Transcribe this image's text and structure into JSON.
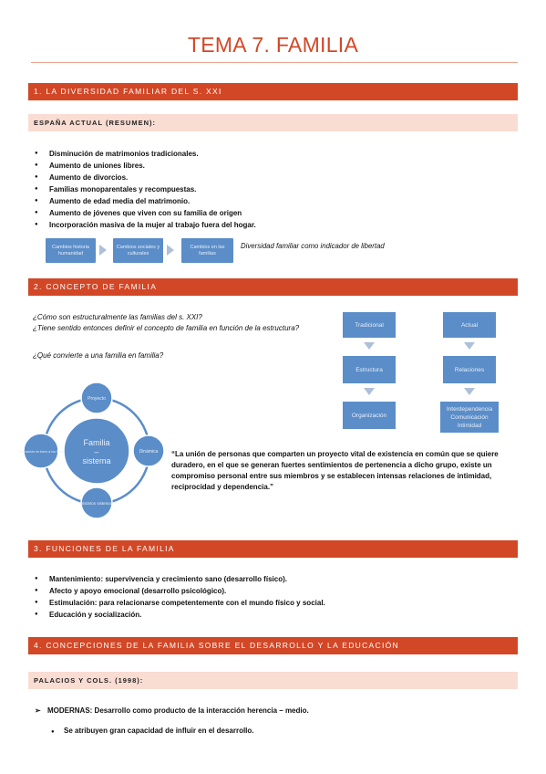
{
  "title": "TEMA 7. FAMILIA",
  "sections": {
    "s1": {
      "label": "1.   LA DIVERSIDAD FAMILIAR DEL S. XXI"
    },
    "s2": {
      "label": "2.   CONCEPTO DE FAMILIA"
    },
    "s3": {
      "label": "3.   FUNCIONES DE LA FAMILIA"
    },
    "s4": {
      "label": "4.   CONCEPCIONES DE LA FAMILIA SOBRE EL DESARROLLO Y LA EDUCACIÓN"
    }
  },
  "spain": {
    "heading": "ESPAÑA ACTUAL (RESUMEN):",
    "items": [
      "Disminución de matrimonios tradicionales.",
      "Aumento de uniones libres.",
      "Aumento de divorcios.",
      "Familias monoparentales y recompuestas.",
      "Aumento de edad media del matrimonio.",
      "Aumento de jóvenes que viven con su familia de origen",
      "Incorporación masiva de la mujer al trabajo fuera del hogar."
    ]
  },
  "flow": {
    "boxes": [
      "Cambios historia humanidad",
      "Cambios sociales y culturales",
      "Cambios en las familias"
    ],
    "caption": "Diversidad familiar como indicador de libertad"
  },
  "concept": {
    "questions": [
      "¿Cómo son estructuralmente las familias del s. XXI?",
      "¿Tiene sentido entonces definir el concepto de familia en función de la estructura?",
      "¿Qué convierte a una familia en familia?"
    ],
    "cycle": {
      "center": "Familia – sistema",
      "top": "Proyecto",
      "right": "Dinámica",
      "bottom": "Distintos sistemas",
      "left": "Interacción en torno a los fines"
    },
    "col_left": [
      "Tradicional",
      "Estructura",
      "Organización"
    ],
    "col_right": [
      "Actual",
      "Relaciones",
      "Interdependencia Comunicación Intimidad"
    ],
    "quote": "“La unión de personas que comparten un proyecto vital de existencia en común que se quiere duradero, en el que se generan fuertes sentimientos de pertenencia a dicho grupo, existe un compromiso personal entre sus miembros y se establecen intensas relaciones de intimidad, reciprocidad y dependencia.”"
  },
  "functions": {
    "items": [
      "Mantenimiento: supervivencia y crecimiento sano (desarrollo físico).",
      "Afecto y apoyo emocional (desarrollo psicológico).",
      "Estimulación: para relacionarse competentemente con el mundo físico y social.",
      "Educación y socialización."
    ]
  },
  "conceptions": {
    "heading": "PALACIOS Y COLS. (1998):",
    "arrow_marker": "➢",
    "arrow_item": "MODERNAS: Desarrollo como producto de la interacción herencia – medio.",
    "bullet_marker": "●",
    "sub_item": "Se atribuyen gran capacidad de influir en el desarrollo."
  },
  "colors": {
    "accent": "#d24726",
    "sub_bar": "#f9dcd2",
    "box_blue": "#5b8dc8"
  }
}
